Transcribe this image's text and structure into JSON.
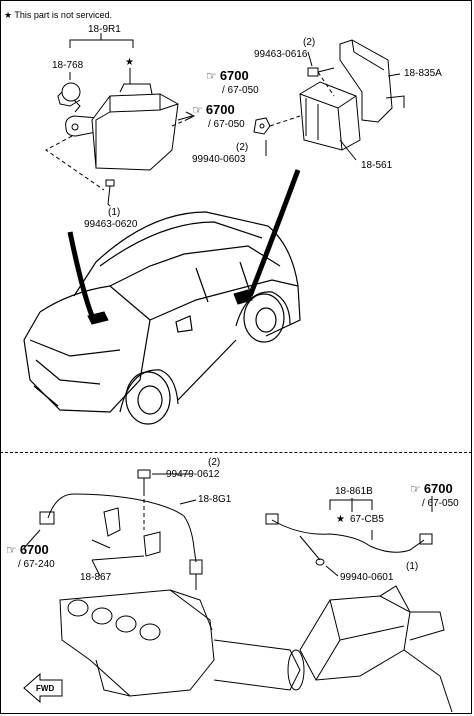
{
  "note": {
    "symbol": "★",
    "text": "This part is not serviced."
  },
  "top_section": {
    "labels": {
      "a": "18-9R1",
      "b": "18-768",
      "c": "99463-0620",
      "c_qty": "(1)",
      "d": "99463-0616",
      "d_qty": "(2)",
      "e": "18-835A",
      "f": "99940-0603",
      "f_qty": "(2)",
      "g": "18-561"
    },
    "refs": [
      {
        "code": "6700",
        "sub": "/ 67-050"
      },
      {
        "code": "6700",
        "sub": "/ 67-050"
      }
    ]
  },
  "bottom_section": {
    "labels": {
      "a": "99479-0612",
      "a_qty": "(2)",
      "b": "18-8G1",
      "c": "18-867",
      "d": "18-861B",
      "e": "67-CB5",
      "f": "99940-0601",
      "f_qty": "(1)"
    },
    "refs": [
      {
        "code": "6700",
        "sub": "/ 67-240"
      },
      {
        "code": "6700",
        "sub": "/ 67-050"
      }
    ],
    "fwd": "FWD"
  },
  "icons": {
    "star": "★",
    "hand": "☞"
  }
}
